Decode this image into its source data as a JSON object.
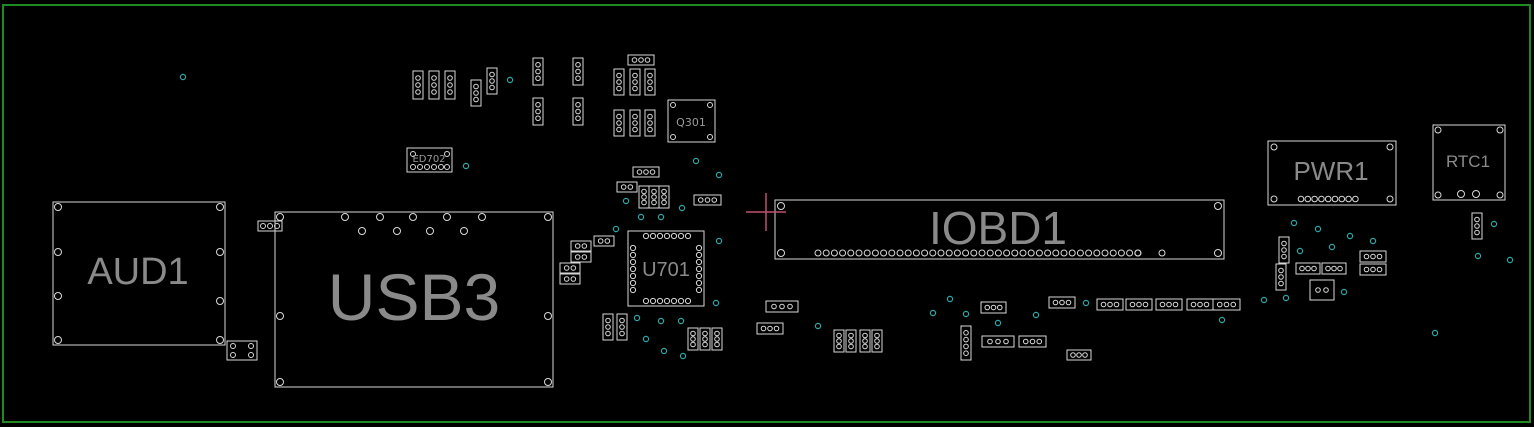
{
  "board": {
    "outline_color": "#1f8a1f",
    "silkscreen_color": "#d8d8d8",
    "via_color": "#2aa7a7",
    "cursor_color": "#c05070"
  },
  "labels": {
    "aud1": "AUD1",
    "usb3": "USB3",
    "iobd1": "IOBD1",
    "pwr1": "PWR1",
    "rtc1": "RTC1",
    "u701": "U701",
    "q301": "Q301",
    "ed702": "ED702"
  }
}
